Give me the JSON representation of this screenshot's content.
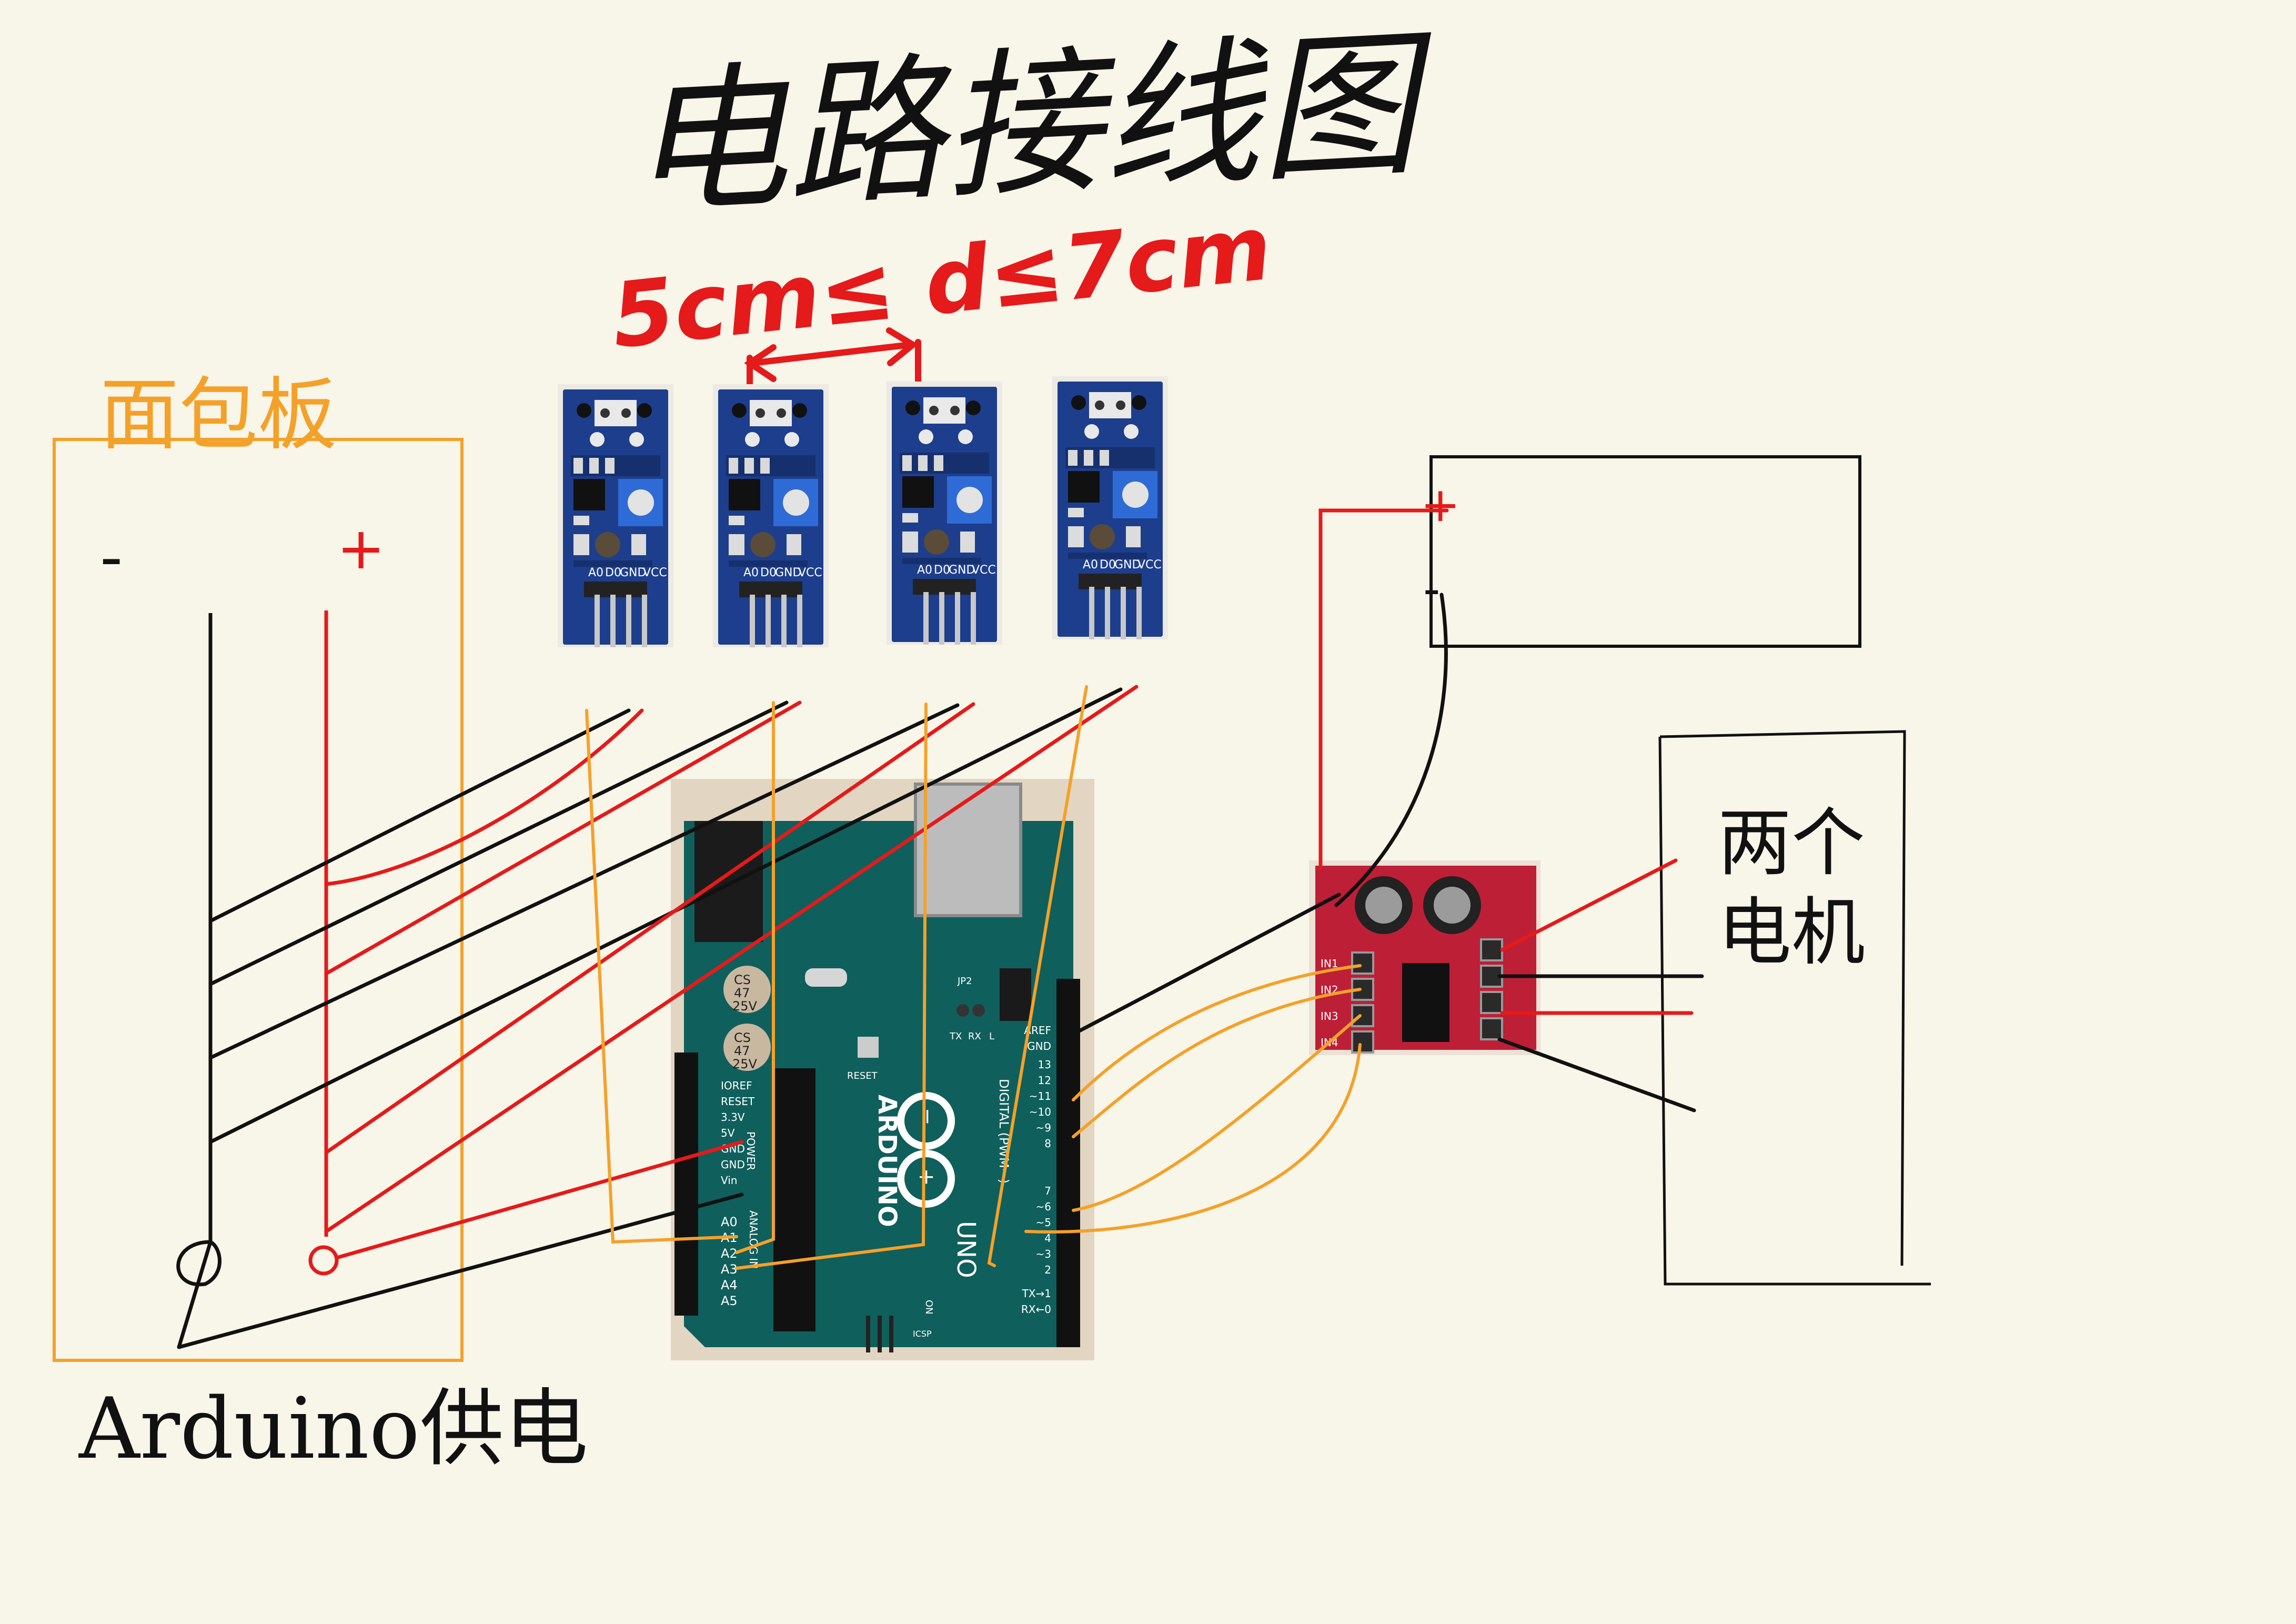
{
  "title": "电路接线图",
  "distance_note": "5cm≤ d≤7cm",
  "breadboard": {
    "label": "面包板",
    "minus": "-",
    "plus": "+"
  },
  "motors_label_line1": "两个",
  "motors_label_line2": "电机",
  "power_note": "Arduino供电",
  "battery": {
    "plus": "+",
    "minus": "-"
  },
  "sensor_module": {
    "pin_labels": [
      "A0",
      "D0",
      "GND",
      "VCC"
    ]
  },
  "arduino": {
    "brand": "ARDUINO",
    "model": "UNO",
    "power_pins": [
      "IOREF",
      "RESET",
      "3.3V",
      "5V",
      "GND",
      "GND",
      "Vin"
    ],
    "analog_pins": [
      "A0",
      "A1",
      "A2",
      "A3",
      "A4",
      "A5"
    ],
    "digital_header": "DIGITAL (PWM~)",
    "digital_pins": [
      "AREF",
      "GND",
      "13",
      "12",
      "~11",
      "~10",
      "~9",
      "8",
      "7",
      "~6",
      "~5",
      "4",
      "~3",
      "2",
      "TX→1",
      "RX←0"
    ],
    "capacitor_text": [
      "CS",
      "47",
      "25V"
    ],
    "side_labels": [
      "POWER",
      "ANALOG IN"
    ],
    "misc_labels": [
      "RESET",
      "ICSP",
      "ON",
      "TX",
      "RX",
      "L",
      "JP2"
    ]
  },
  "driver": {
    "inputs": [
      "IN1",
      "IN2",
      "IN3",
      "IN4"
    ]
  },
  "colors": {
    "background": "#f8f5e9",
    "wire_black": "#111111",
    "wire_red": "#e51a1a",
    "wire_orange": "#f4a12a",
    "sensor_pcb": "#1d3e8c",
    "arduino_pcb": "#0f5f5c",
    "driver_pcb": "#bd1f37",
    "outline": "#111111"
  }
}
